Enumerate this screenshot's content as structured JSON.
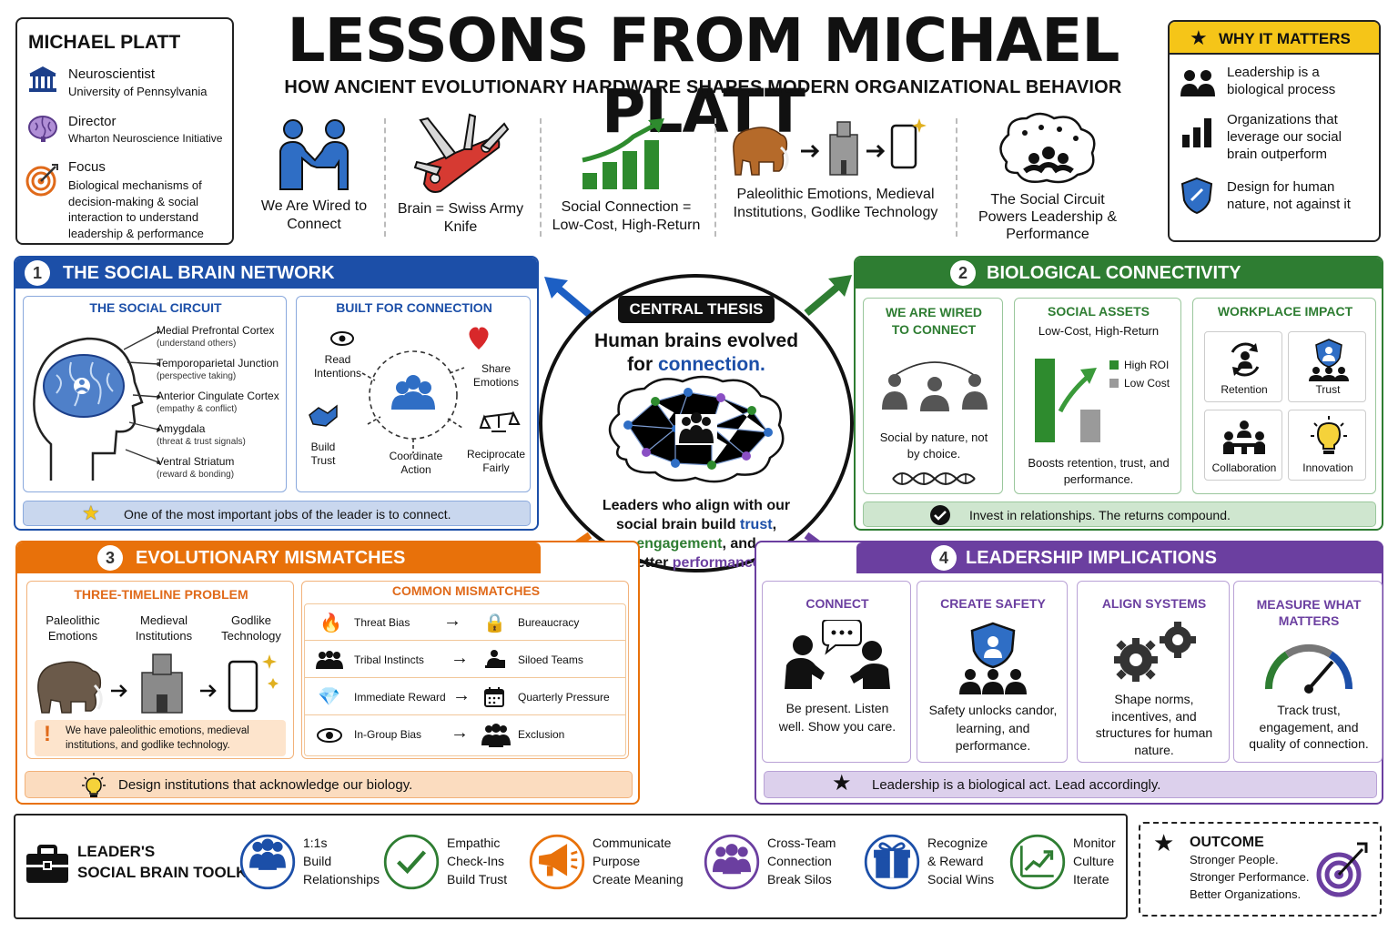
{
  "title": "LESSONS FROM MICHAEL PLATT",
  "subtitle": "HOW ANCIENT EVOLUTIONARY HARDWARE SHAPES MODERN ORGANIZATIONAL BEHAVIOR",
  "profile": {
    "name": "MICHAEL PLATT",
    "items": [
      {
        "title": "Neuroscientist",
        "desc": "University of Pennsylvania"
      },
      {
        "title": "Director",
        "desc": "Wharton Neuroscience Initiative"
      },
      {
        "title": "Focus",
        "desc": "Biological mechanisms of decision-making & social interaction to understand leadership & performance"
      }
    ]
  },
  "top_ideas": [
    {
      "label": "We Are Wired to Connect"
    },
    {
      "label": "Brain = Swiss Army Knife"
    },
    {
      "label": "Social Connection = Low-Cost, High-Return"
    },
    {
      "label": "Paleolithic Emotions, Medieval Institutions, Godlike Technology"
    },
    {
      "label": "The Social Circuit Powers Leadership & Performance"
    }
  ],
  "why": {
    "title": "WHY IT MATTERS",
    "items": [
      "Leadership is a biological process",
      "Organizations that leverage our social brain outperform",
      "Design for human nature, not against it"
    ]
  },
  "s1": {
    "num": "1",
    "title": "THE SOCIAL BRAIN NETWORK",
    "color": "#1c4fa8",
    "circuit_title": "THE SOCIAL CIRCUIT",
    "regions": [
      {
        "name": "Medial Prefrontal Cortex",
        "desc": "(understand others)"
      },
      {
        "name": "Temporoparietal Junction",
        "desc": "(perspective taking)"
      },
      {
        "name": "Anterior Cingulate Cortex",
        "desc": "(empathy & conflict)"
      },
      {
        "name": "Amygdala",
        "desc": "(threat & trust signals)"
      },
      {
        "name": "Ventral Striatum",
        "desc": "(reward & bonding)"
      }
    ],
    "built_title": "BUILT FOR CONNECTION",
    "built": {
      "read": "Read Intentions",
      "share": "Share Emotions",
      "build": "Build Trust",
      "coord": "Coordinate Action",
      "recip": "Reciprocate Fairly"
    },
    "band": "One of the most important jobs of the leader is to connect."
  },
  "center": {
    "tag": "CENTRAL THESIS",
    "l1": "Human brains evolved",
    "l2a": "for ",
    "l2b": "connection.",
    "b1": "Leaders who align with our",
    "b2a": "social brain build ",
    "trust": "trust",
    ",": ",",
    "engagement": "engagement",
    "b3": ", and",
    "b4a": "better ",
    "performance": "performance",
    "b4b": "."
  },
  "s2": {
    "num": "2",
    "title": "BIOLOGICAL CONNECTIVITY",
    "color": "#2e7d32",
    "wired_title": "WE ARE WIRED TO CONNECT",
    "wired_desc": "Social by nature, not by choice.",
    "assets_title": "SOCIAL ASSETS",
    "assets_sub": "Low-Cost, High-Return",
    "legend_roi": "High ROI",
    "legend_cost": "Low Cost",
    "assets_desc": "Boosts retention, trust, and performance.",
    "impact_title": "WORKPLACE IMPACT",
    "impact": [
      "Retention",
      "Trust",
      "Collaboration",
      "Innovation"
    ],
    "band": "Invest in relationships. The returns compound."
  },
  "s3": {
    "num": "3",
    "title": "EVOLUTIONARY MISMATCHES",
    "color": "#e8710a",
    "tl_title": "THREE-TIMELINE PROBLEM",
    "tl": [
      "Paleolithic Emotions",
      "Medieval Institutions",
      "Godlike Technology"
    ],
    "tl_note": "We have paleolithic emotions, medieval institutions, and godlike technology.",
    "cm_title": "COMMON MISMATCHES",
    "mismatches": [
      {
        "from": "Threat Bias",
        "to": "Bureaucracy"
      },
      {
        "from": "Tribal Instincts",
        "to": "Siloed Teams"
      },
      {
        "from": "Immediate Reward",
        "to": "Quarterly Pressure"
      },
      {
        "from": "In-Group Bias",
        "to": "Exclusion"
      }
    ],
    "band": "Design institutions that acknowledge our biology."
  },
  "s4": {
    "num": "4",
    "title": "LEADERSHIP IMPLICATIONS",
    "color": "#6b3fa0",
    "cards": [
      {
        "title": "CONNECT",
        "desc": "Be present. Listen well. Show you care."
      },
      {
        "title": "CREATE SAFETY",
        "desc": "Safety unlocks candor, learning, and performance."
      },
      {
        "title": "ALIGN SYSTEMS",
        "desc": "Shape norms, incentives, and structures for human nature."
      },
      {
        "title": "MEASURE WHAT MATTERS",
        "desc": "Track trust, engagement, and quality of connection."
      }
    ],
    "band": "Leadership is a biological act. Lead accordingly."
  },
  "toolkit": {
    "title1": "LEADER'S",
    "title2": "SOCIAL BRAIN TOOLKIT",
    "items": [
      {
        "a": "1:1s",
        "b": "Build",
        "c": "Relationships",
        "color": "#1c4fa8"
      },
      {
        "a": "Empathic",
        "b": "Check-Ins",
        "c": "Build Trust",
        "color": "#2e7d32"
      },
      {
        "a": "Communicate",
        "b": "Purpose",
        "c": "Create Meaning",
        "color": "#e8710a"
      },
      {
        "a": "Cross-Team",
        "b": "Connection",
        "c": "Break Silos",
        "color": "#6b3fa0"
      },
      {
        "a": "Recognize",
        "b": "& Reward",
        "c": "Social Wins",
        "color": "#1c4fa8"
      },
      {
        "a": "Monitor",
        "b": "Culture",
        "c": "Iterate",
        "color": "#2e7d32"
      }
    ]
  },
  "outcome": {
    "title": "OUTCOME",
    "lines": [
      "Stronger People.",
      "Stronger Performance.",
      "Better Organizations."
    ]
  }
}
